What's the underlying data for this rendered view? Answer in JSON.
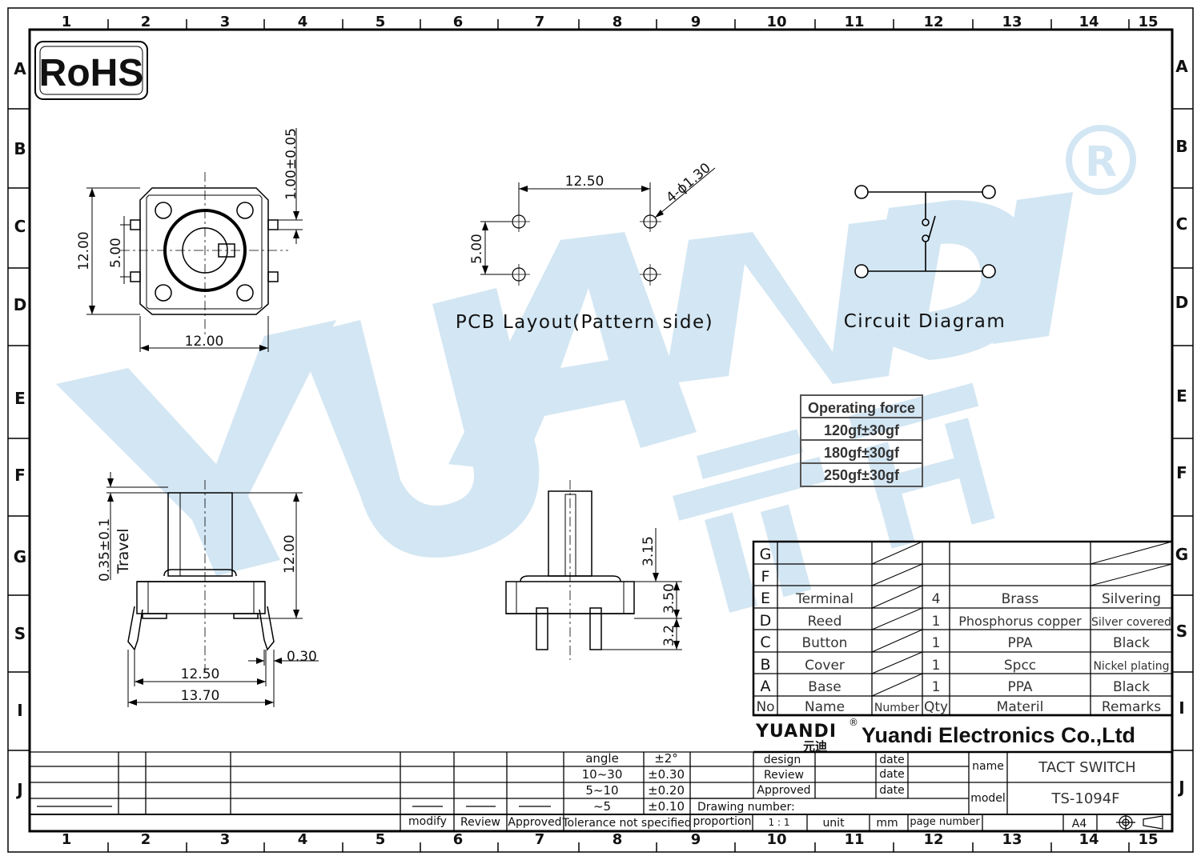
{
  "rohs": "RoHS",
  "watermark": {
    "text": "YUANDI",
    "chinese": "元迪",
    "registered": "®",
    "color": "#cfe4f2"
  },
  "grid": {
    "columns": [
      "1",
      "2",
      "3",
      "4",
      "5",
      "6",
      "7",
      "8",
      "9",
      "10",
      "11",
      "12",
      "13",
      "14",
      "15"
    ],
    "rows": [
      "A",
      "B",
      "C",
      "D",
      "E",
      "F",
      "G",
      "S",
      "I",
      "J"
    ]
  },
  "top_view": {
    "dim_top_pin": "1.00±0.05",
    "dim_height": "12.00",
    "dim_pin_pitch": "5.00",
    "dim_width": "12.00"
  },
  "pcb": {
    "title": "PCB Layout(Pattern side)",
    "dim_horizontal": "12.50",
    "dim_vertical": "5.00",
    "dim_holes": "4-ϕ1.30"
  },
  "circuit": {
    "title": "Circuit Diagram"
  },
  "force_table": {
    "header": "Operating force",
    "rows": [
      "120gf±30gf",
      "180gf±30gf",
      "250gf±30gf"
    ]
  },
  "side_view": {
    "dim_travel": "0.35±0.1",
    "travel_label": "Travel",
    "dim_height": "12.00",
    "dim_pin_thickness": "0.30",
    "dim_pin_span": "12.50",
    "dim_total_span": "13.70"
  },
  "front_view": {
    "dim_stem": "3.15",
    "dim_body": "3.50",
    "dim_pin": "3.2"
  },
  "bom": {
    "headers": [
      "No",
      "Name",
      "Number",
      "Qty",
      "Materil",
      "Remarks"
    ],
    "rows": [
      {
        "no": "G",
        "name": "",
        "qty": "",
        "material": "",
        "remarks": ""
      },
      {
        "no": "F",
        "name": "",
        "qty": "",
        "material": "",
        "remarks": ""
      },
      {
        "no": "E",
        "name": "Terminal",
        "qty": "4",
        "material": "Brass",
        "remarks": "Silvering"
      },
      {
        "no": "D",
        "name": "Reed",
        "qty": "1",
        "material": "Phosphorus copper",
        "remarks": "Silver covered"
      },
      {
        "no": "C",
        "name": "Button",
        "qty": "1",
        "material": "PPA",
        "remarks": "Black"
      },
      {
        "no": "B",
        "name": "Cover",
        "qty": "1",
        "material": "Spcc",
        "remarks": "Nickel plating"
      },
      {
        "no": "A",
        "name": "Base",
        "qty": "1",
        "material": "PPA",
        "remarks": "Black"
      }
    ]
  },
  "company": {
    "logo": "YUANDI",
    "logo_cn": "元迪",
    "reg": "®",
    "name": "Yuandi Electronics Co.,Ltd"
  },
  "title_block": {
    "design": "design",
    "review": "Review",
    "approved": "Approved",
    "date": "date",
    "name_label": "name",
    "name_value": "TACT SWITCH",
    "model_label": "model",
    "model_value": "TS-1094F",
    "drawing_number": "Drawing number:",
    "proportion": "proportion",
    "scale": "1 : 1",
    "unit": "unit",
    "unit_value": "mm",
    "page_number": "page number",
    "paper": "A4"
  },
  "tolerance": {
    "rows": [
      [
        "angle",
        "±2°"
      ],
      [
        "10~30",
        "±0.30"
      ],
      [
        "5~10",
        "±0.20"
      ],
      [
        "~5",
        "±0.10"
      ]
    ],
    "footer": "Tolerance not specified"
  },
  "revision": {
    "modify": "modify",
    "review": "Review",
    "approved": "Approved"
  }
}
